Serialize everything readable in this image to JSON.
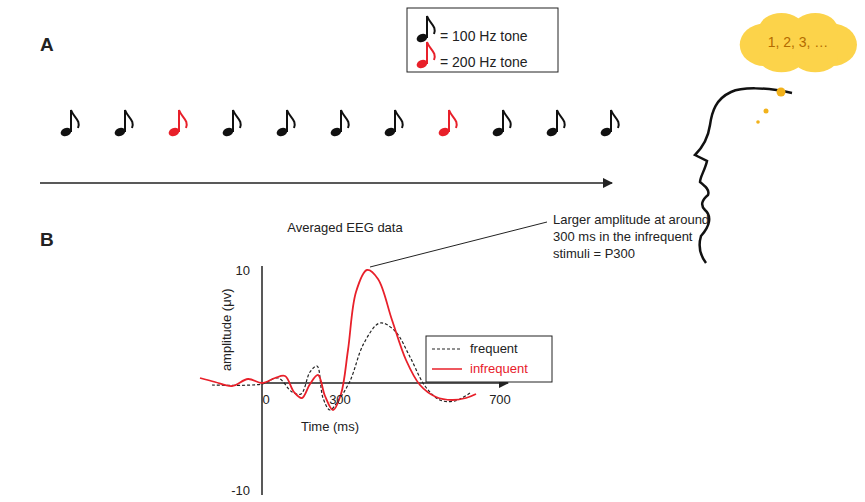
{
  "diagram": {
    "nodes": [
      {
        "text": [
          "1, 2, 3, …"
        ]
      }
    ],
    "labels": [
      "A",
      "B",
      "Averaged EEG data",
      "Larger amplitude at around 300 ms in the infrequent stimuli = P300",
      "10",
      "-10",
      "0",
      "300",
      "700",
      "amplitude (μv)",
      "Time (ms)"
    ],
    "legend": [
      {
        "text": "= 100 Hz tone"
      },
      {
        "text": "= 200 Hz tone"
      },
      {
        "text": "frequent"
      },
      {
        "text": "infrequent"
      }
    ]
  }
}
